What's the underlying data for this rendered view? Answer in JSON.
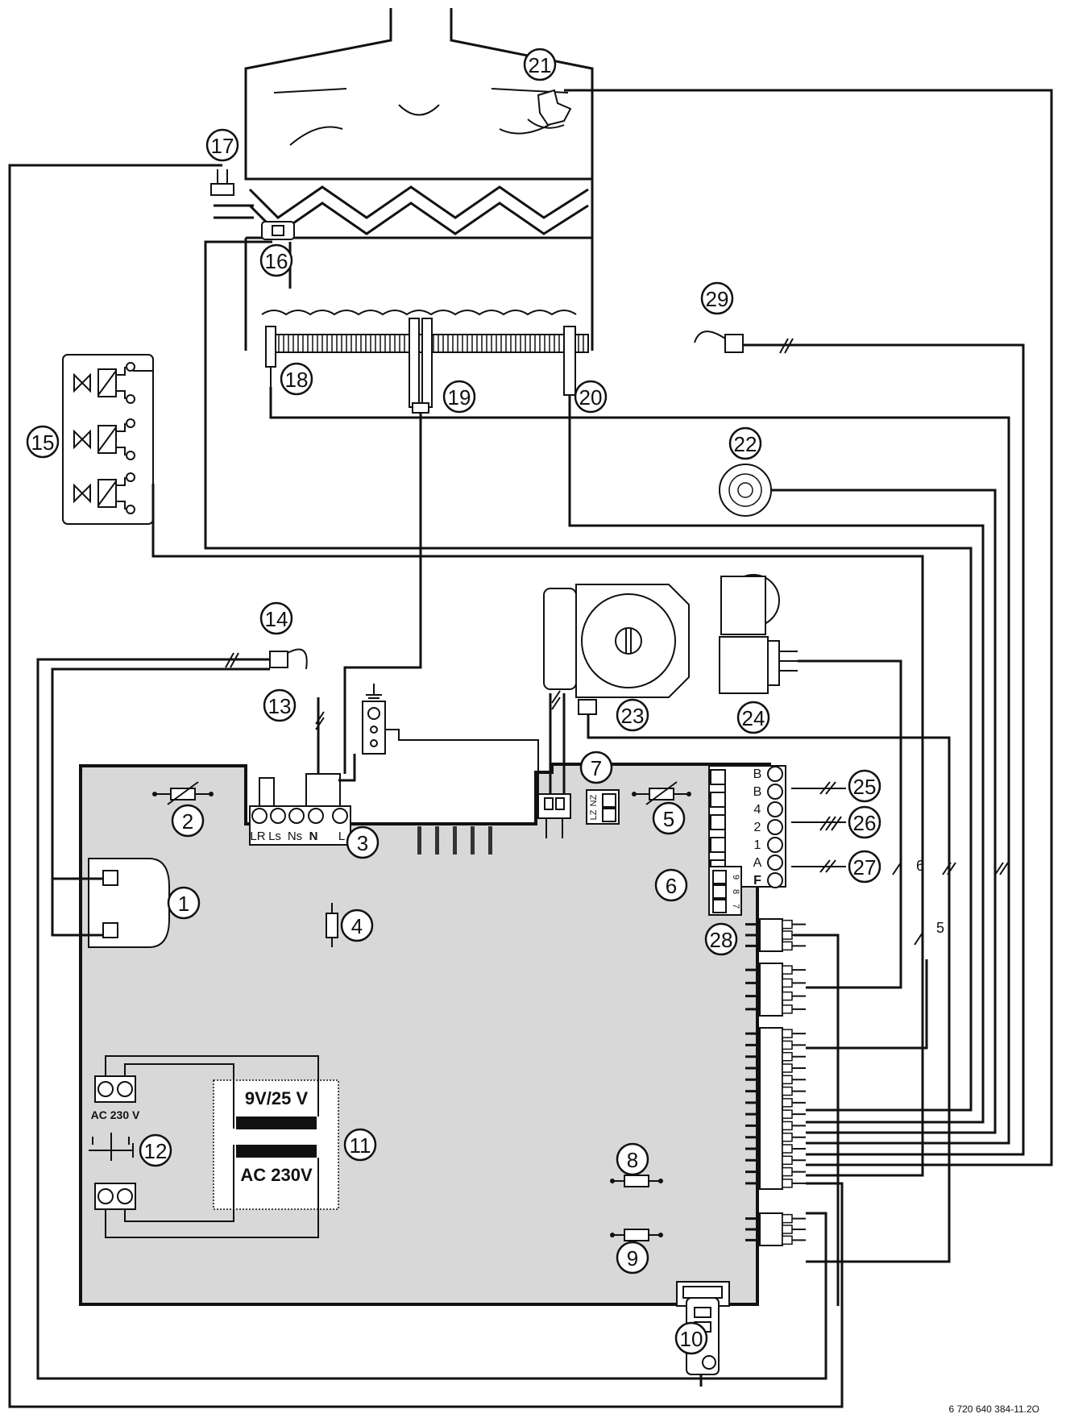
{
  "callouts": [
    "1",
    "2",
    "3",
    "4",
    "5",
    "6",
    "7",
    "8",
    "9",
    "10",
    "11",
    "12",
    "13",
    "14",
    "15",
    "16",
    "17",
    "18",
    "19",
    "20",
    "21",
    "22",
    "23",
    "24",
    "25",
    "26",
    "27",
    "28",
    "29"
  ],
  "terminal_block_3": [
    "LR",
    "Ls",
    "Ns",
    "N",
    "L"
  ],
  "connector_letters": [
    "B",
    "B",
    "4",
    "2",
    "1",
    "A",
    "F"
  ],
  "connector_6_pins": [
    "9",
    "8",
    "7"
  ],
  "connector_7_labels": [
    "NZ",
    "LZ"
  ],
  "transformer_top": "9V/25 V",
  "transformer_bottom": "AC 230V",
  "supply_label": "AC 230 V",
  "wire_counts": [
    "6",
    "5"
  ],
  "figure_code": "6 720 640 384-11.2O"
}
